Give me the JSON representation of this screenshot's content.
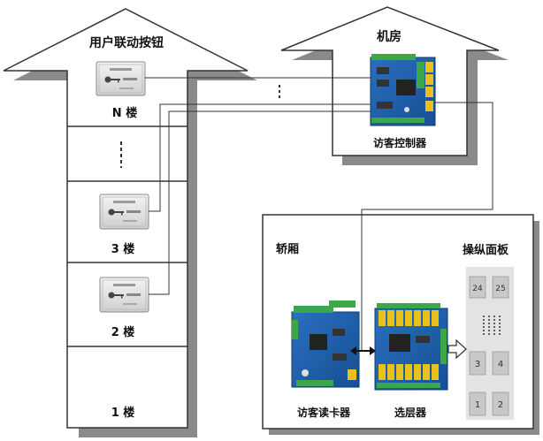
{
  "building": {
    "title": "用户联动按钮",
    "floors": {
      "n": "N 楼",
      "f3": "3 楼",
      "f2": "2 楼",
      "f1": "1 楼"
    }
  },
  "machine_room": {
    "title": "机房",
    "controller_label": "访客控制器"
  },
  "car": {
    "title": "轿厢",
    "panel_title": "操纵面板",
    "reader_label": "访客读卡器",
    "selector_label": "选层器",
    "panel_buttons": [
      "24",
      "25",
      "3",
      "4",
      "1",
      "2"
    ]
  },
  "colors": {
    "line": "#333333",
    "shadow": "#8a8a8a",
    "board_blue": "#1f5fa8",
    "relay_yellow": "#e8c21a",
    "terminal_green": "#3aa84a",
    "panel_gray": "#c8c8c8"
  }
}
